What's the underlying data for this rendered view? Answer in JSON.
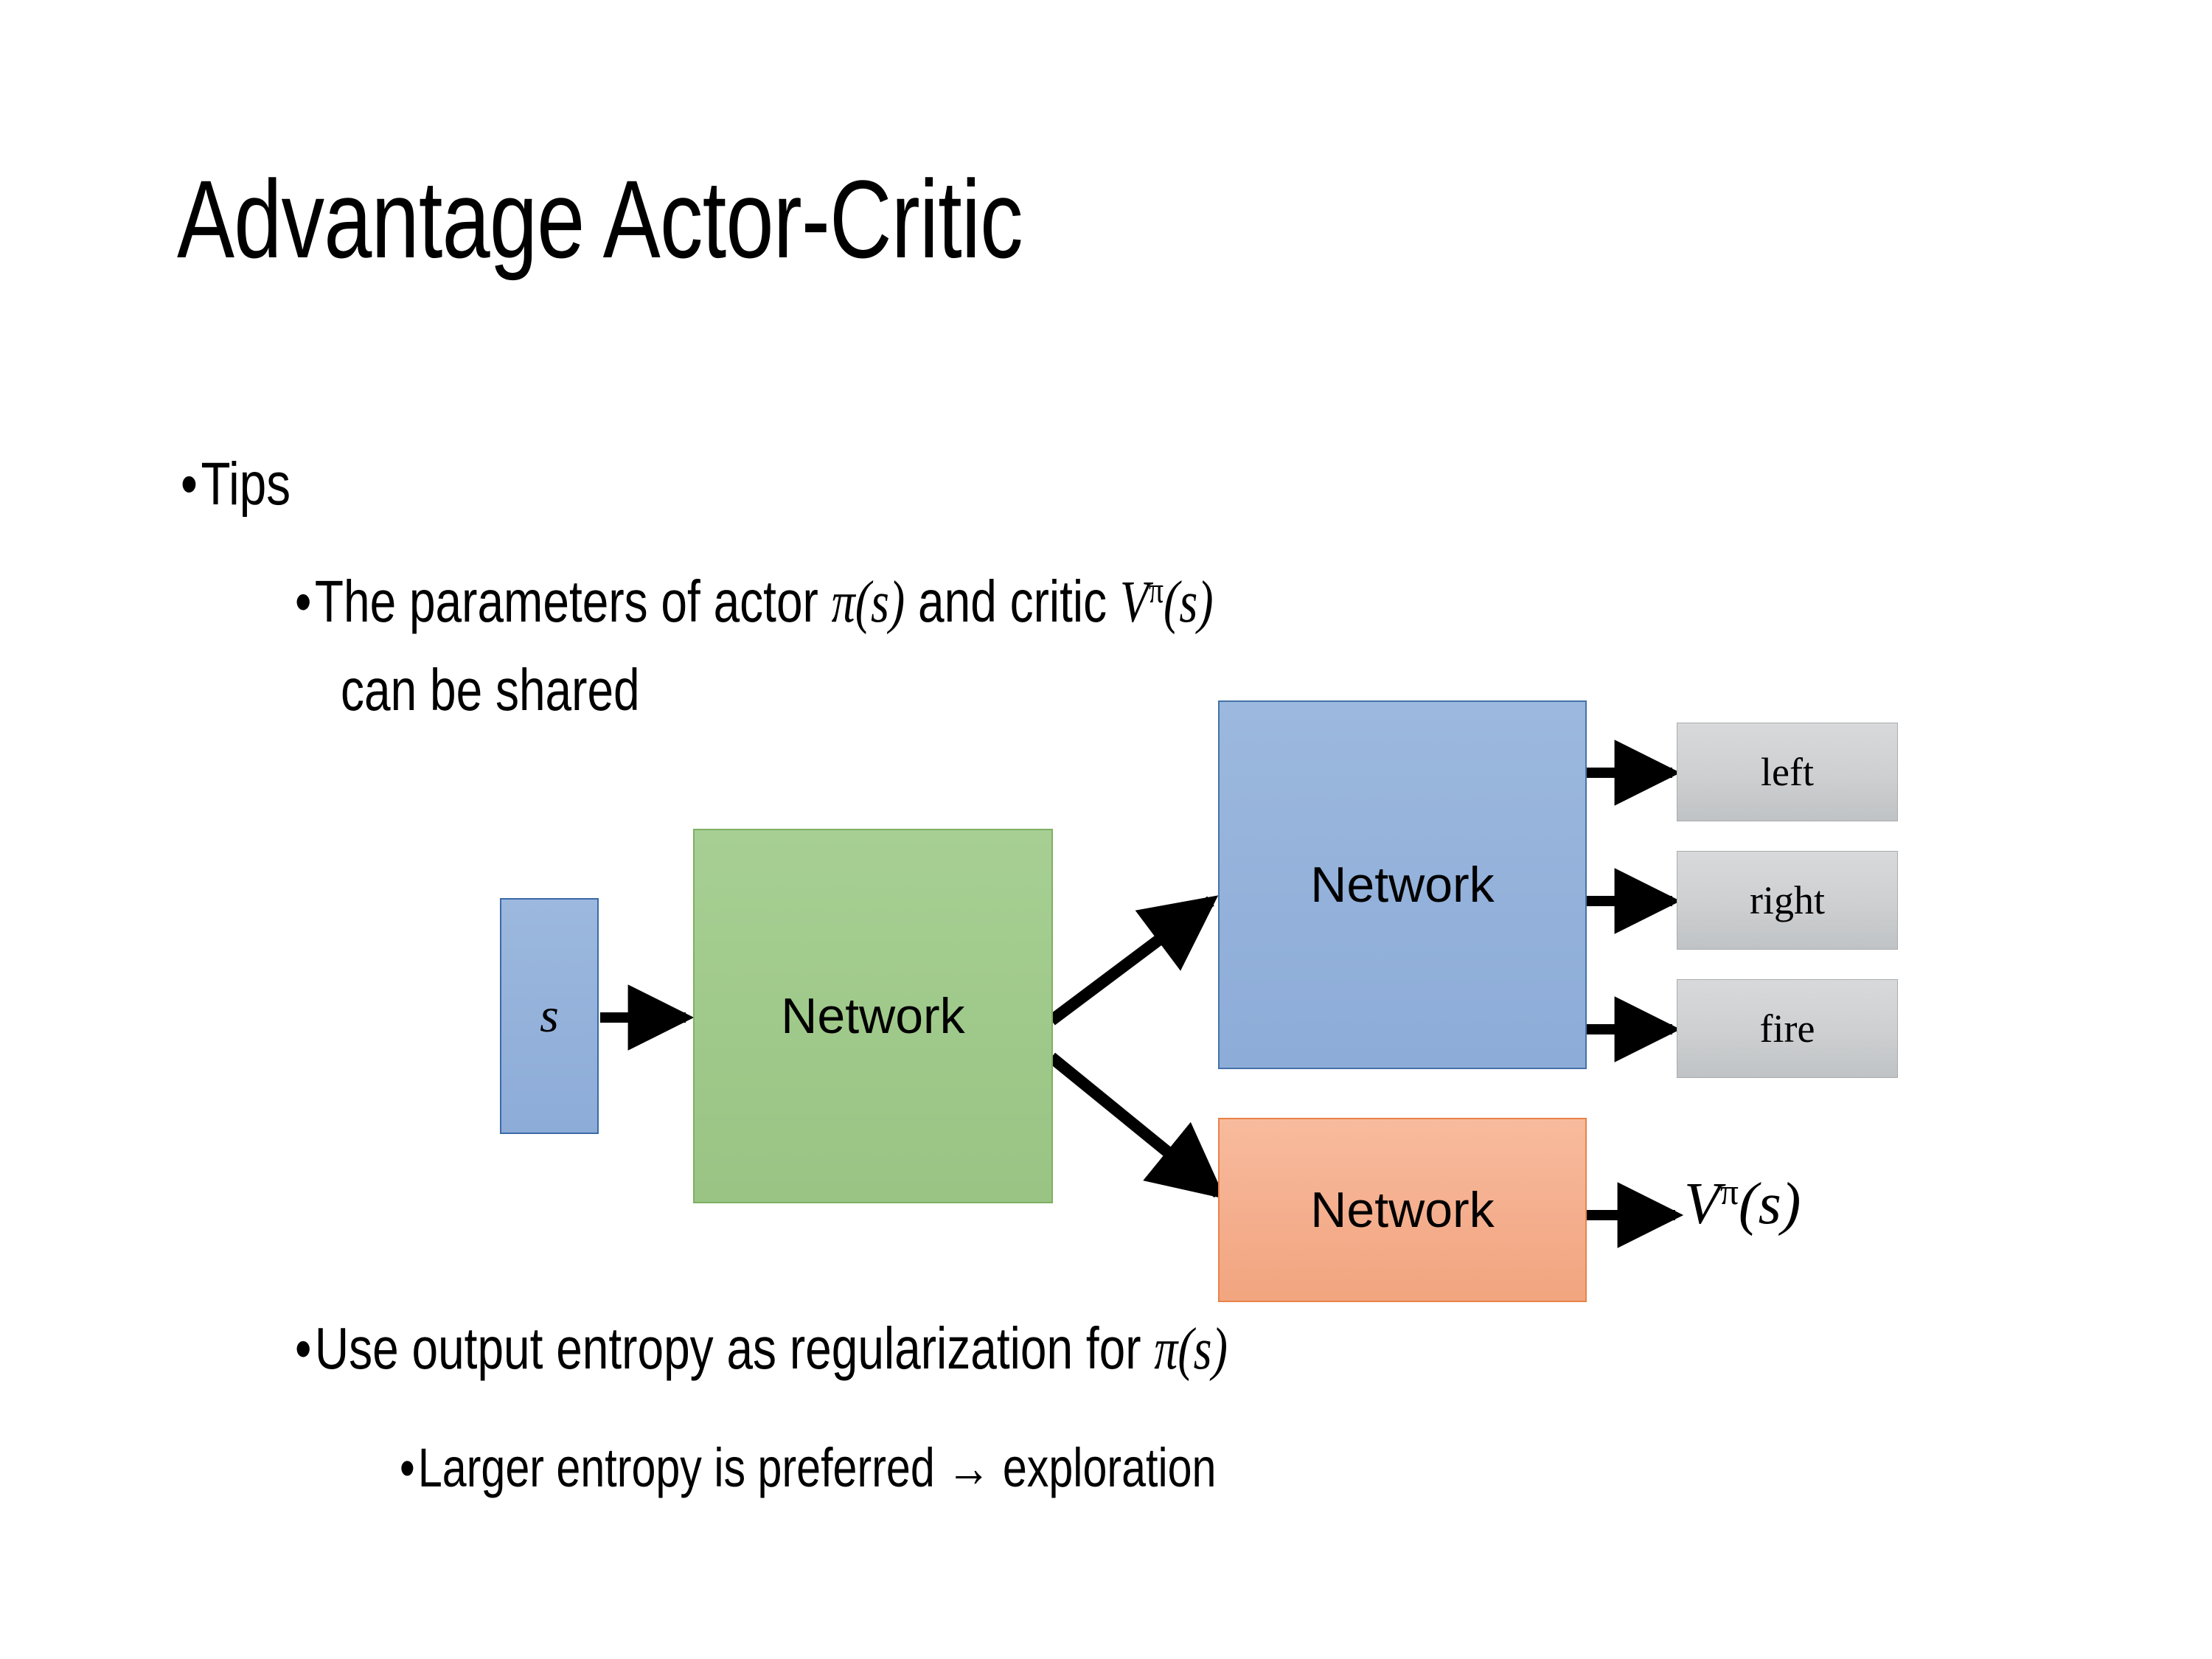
{
  "slide": {
    "title": "Advantage Actor-Critic",
    "background_color": "#ffffff",
    "text_color": "#000000"
  },
  "bullets": {
    "l1_tips": {
      "marker": "•",
      "text": "Tips"
    },
    "l2_shared_line1_a": {
      "marker": "•",
      "text": "The parameters of actor "
    },
    "l2_shared_pi": "π",
    "l2_shared_paren_s_1": "(s)",
    "l2_shared_line1_b": "  and critic ",
    "l2_shared_V": "V",
    "l2_shared_V_sup": "π",
    "l2_shared_paren_s_2": "(s)",
    "l2_shared_line2": "can be shared",
    "l2_entropy_a": {
      "marker": "•",
      "text": "Use output entropy as regularization for "
    },
    "l2_entropy_pi": "π",
    "l2_entropy_paren_s": "(s)",
    "l3_explore": {
      "marker": "•",
      "text": "Larger entropy is preferred → exploration"
    }
  },
  "diagram": {
    "input_state_label": "s",
    "shared_network_label": "Network",
    "actor_network_label": "Network",
    "critic_network_label": "Network",
    "actions": [
      {
        "label": "left"
      },
      {
        "label": "right"
      },
      {
        "label": "fire"
      }
    ],
    "value_output": {
      "V": "V",
      "sup": "π",
      "arg": "(s)"
    },
    "colors": {
      "state_box_fill": "#95B3DC",
      "state_box_border": "#3C6AA8",
      "shared_box_fill": "#9FC98A",
      "shared_box_border": "#7FB062",
      "actor_box_fill": "#95B3DC",
      "actor_box_border": "#4472A8",
      "critic_box_fill": "#F4AE8D",
      "critic_box_border": "#E8834A",
      "action_box_fill": "#CDCFD1",
      "action_box_border": "#A9ACAE",
      "arrow_color": "#000000"
    }
  }
}
